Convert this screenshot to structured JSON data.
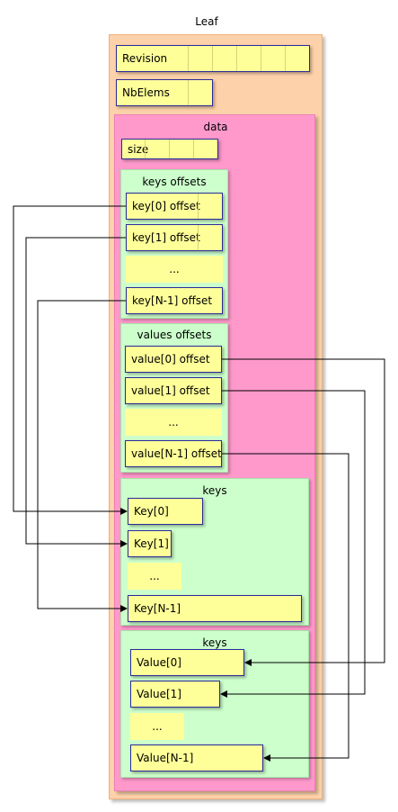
{
  "leaf": {
    "title": "Leaf",
    "revision": "Revision",
    "nbelems": "NbElems",
    "data": {
      "title": "data",
      "size": "size",
      "keys_offsets": {
        "title": "keys offsets",
        "items": [
          "key[0] offset",
          "key[1] offset",
          "...",
          "key[N-1] offset"
        ]
      },
      "values_offsets": {
        "title": "values offsets",
        "items": [
          "value[0] offset",
          "value[1] offset",
          "...",
          "value[N-1] offset"
        ]
      },
      "keys": {
        "title": "keys",
        "items": [
          "Key[0]",
          "Key[1]",
          "...",
          "Key[N-1]"
        ]
      },
      "values": {
        "title": "keys",
        "items": [
          "Value[0]",
          "Value[1]",
          "...",
          "Value[N-1]"
        ]
      }
    }
  },
  "colors": {
    "leaf_fill": "#fdd1a9",
    "data_fill": "#ff99cc",
    "group_fill": "#ccffcc",
    "field_fill": "#ffff99",
    "field_border": "#2a2a9a"
  }
}
